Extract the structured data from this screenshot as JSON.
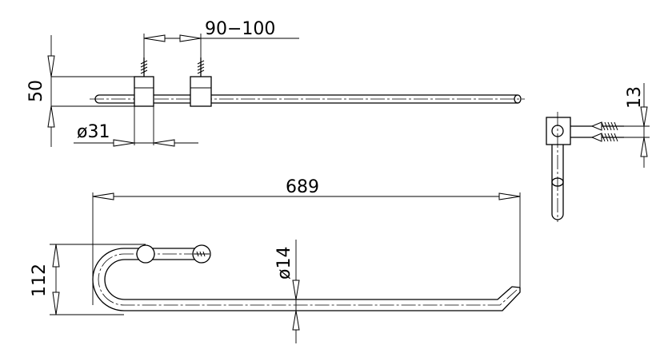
{
  "dimensions": {
    "bracket_spacing": "90−100",
    "wall_offset": "50",
    "bracket_diameter": "ø31",
    "bracket_height": "13",
    "total_length": "689",
    "tube_diameter": "ø14",
    "depth": "112"
  }
}
